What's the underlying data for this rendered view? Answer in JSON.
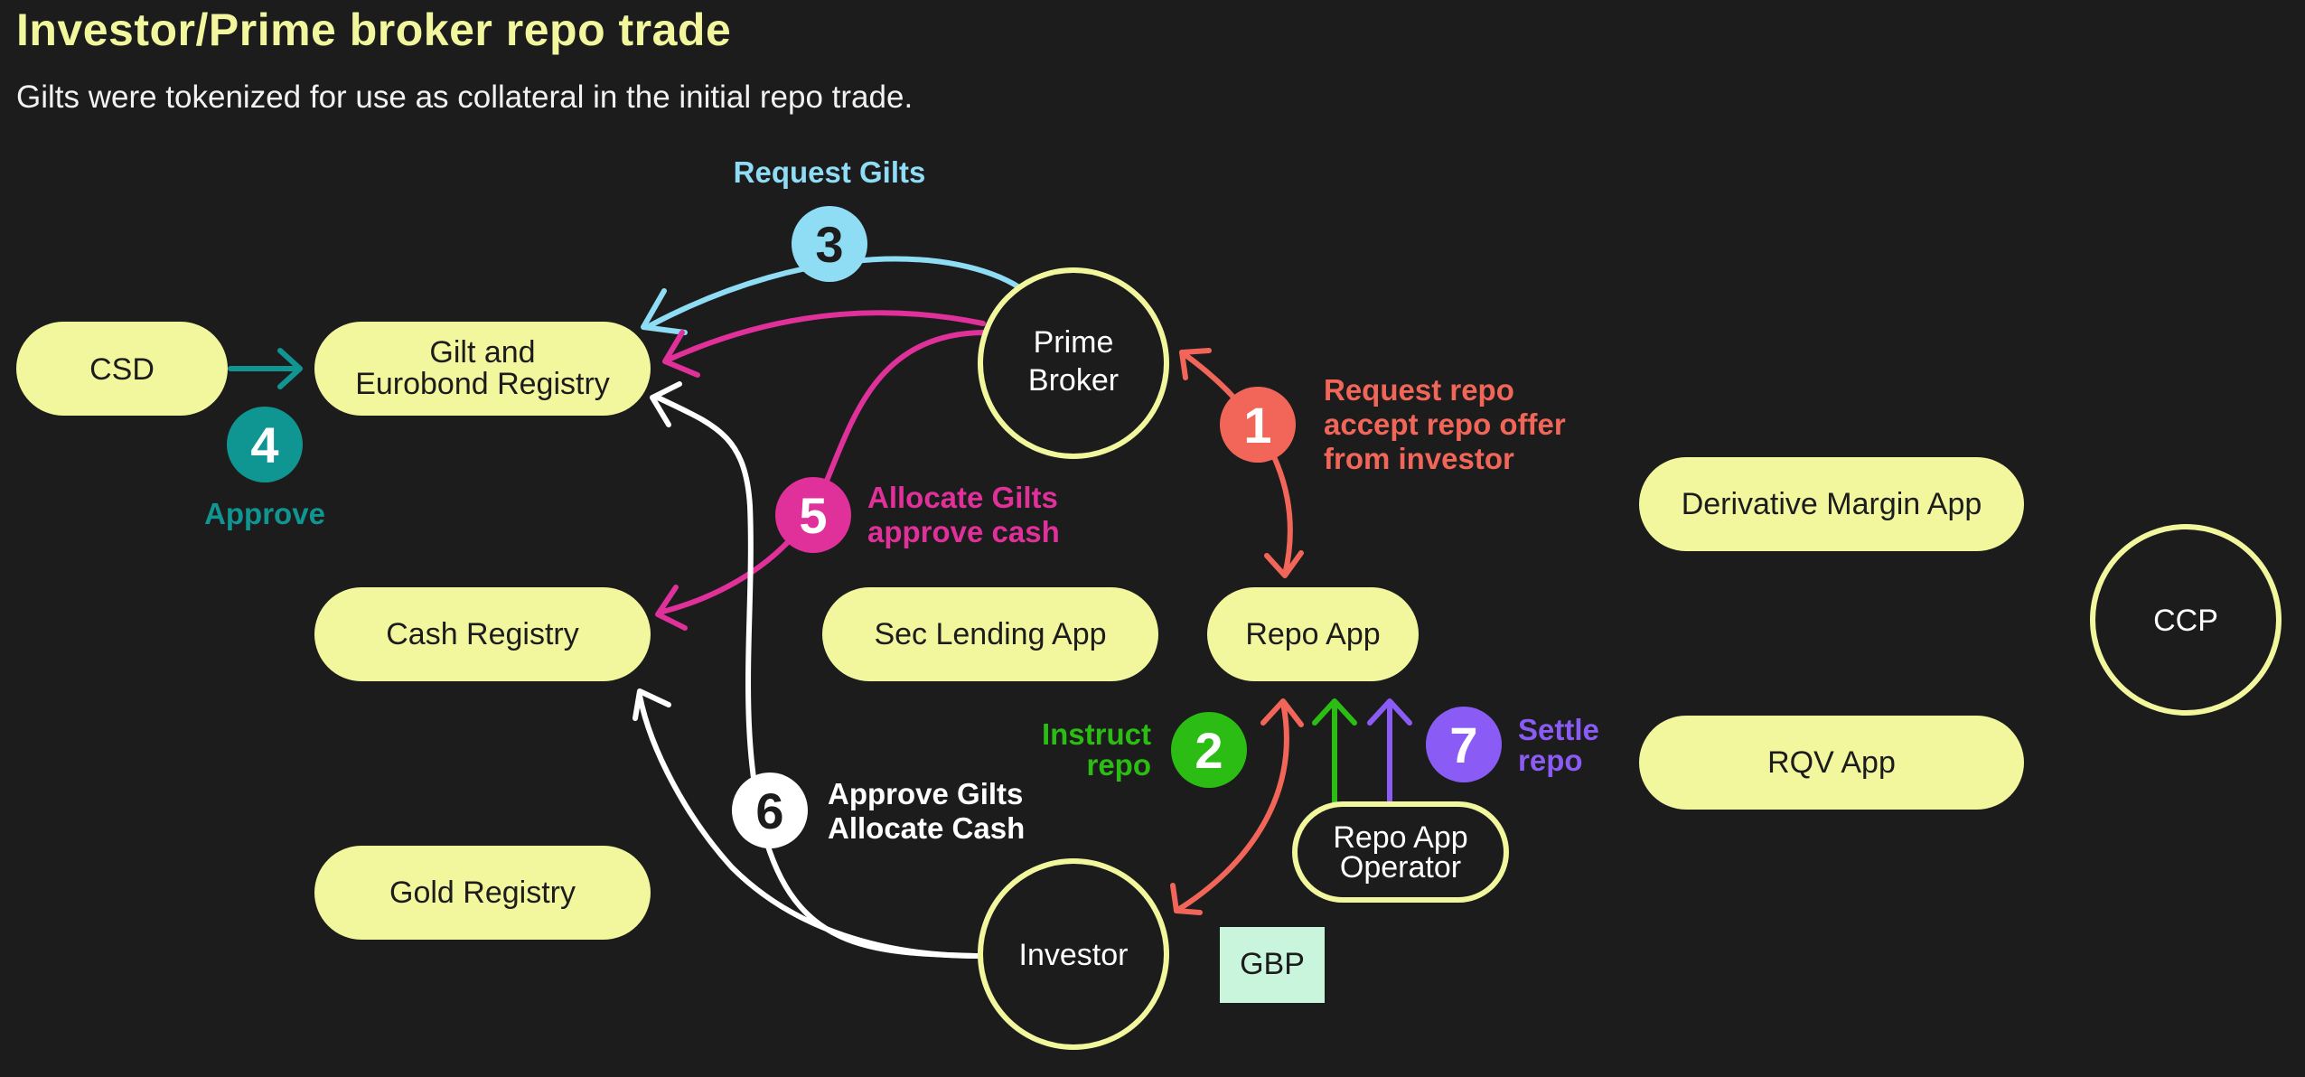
{
  "header": {
    "title": "Investor/Prime broker repo trade",
    "subtitle": "Gilts were tokenized for use as collateral in the initial repo trade."
  },
  "nodes": {
    "csd": "CSD",
    "gilt_registry_line1": "Gilt and",
    "gilt_registry_line2": "Eurobond Registry",
    "cash_registry": "Cash Registry",
    "gold_registry": "Gold Registry",
    "sec_lending_app": "Sec Lending App",
    "repo_app": "Repo App",
    "derivative_margin_app": "Derivative Margin App",
    "rqv_app": "RQV App",
    "prime_broker_line1": "Prime",
    "prime_broker_line2": "Broker",
    "investor": "Investor",
    "ccp": "CCP",
    "repo_app_operator_line1": "Repo App",
    "repo_app_operator_line2": "Operator",
    "gbp": "GBP"
  },
  "steps": [
    {
      "number": "1",
      "lines": [
        "Request repo",
        "accept repo offer",
        "from investor"
      ],
      "color": "#f26659"
    },
    {
      "number": "2",
      "lines": [
        "Instruct",
        "repo"
      ],
      "color": "#2bbd14"
    },
    {
      "number": "3",
      "lines": [
        "Request Gilts"
      ],
      "color": "#8fdcf5"
    },
    {
      "number": "4",
      "lines": [
        "Approve"
      ],
      "color": "#0f9692"
    },
    {
      "number": "5",
      "lines": [
        "Allocate Gilts",
        "approve cash"
      ],
      "color": "#e0309a"
    },
    {
      "number": "6",
      "lines": [
        "Approve Gilts",
        "Allocate Cash"
      ],
      "color": "#ffffff"
    },
    {
      "number": "7",
      "lines": [
        "Settle",
        "repo"
      ],
      "color": "#8a5cf5"
    }
  ],
  "colors": {
    "background": "#1c1c1c",
    "node_fill": "#f2f79e",
    "circle_stroke": "#f2f79e",
    "gbp_fill": "#c9f5dd"
  }
}
